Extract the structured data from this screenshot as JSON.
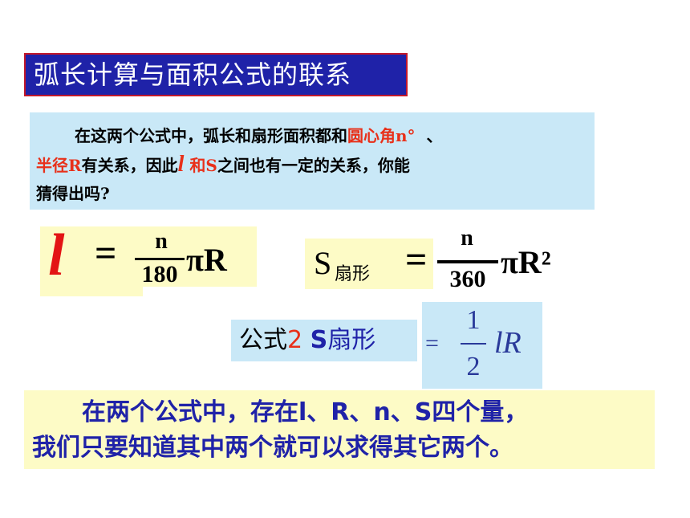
{
  "title": "弧长计算与面积公式的联系",
  "intro": {
    "l1_a": "在这两个公式中，弧长和扇形面积都和",
    "l1_red": "圆心角n°",
    "l1_b": "、",
    "l2_red": "半径R",
    "l2_a": "有关系，因此",
    "l2_ell": "l",
    "l2_red2": "和S",
    "l2_b": "之间也有一定的关系，你能",
    "l3": "猜得出吗?"
  },
  "formula1": {
    "lhs": "l",
    "eq": "=",
    "numerator": "n",
    "denominator": "180",
    "rhs": "πR"
  },
  "formula2": {
    "lhs": "S",
    "lhs_sub": "扇形",
    "eq": "=",
    "numerator": "n",
    "denominator": "360",
    "rhs": "πR²"
  },
  "formula3": {
    "label_prefix": "公式",
    "label_num": "2",
    "lhs": "S",
    "lhs_sub": "扇形",
    "eq": "=",
    "numerator": "1",
    "denominator": "2",
    "rhs": "lR"
  },
  "conclusion": {
    "line1": "在两个公式中，存在l、R、n、S四个量，",
    "line2": "我们只要知道其中两个就可以求得其它两个。"
  },
  "colors": {
    "title_bg": "#1f22a8",
    "title_border": "#c2182b",
    "box_blue": "#c9e8f7",
    "box_yellow": "#fdfbc6",
    "red_text": "#e8301a",
    "blue_text": "#1f22a8"
  }
}
